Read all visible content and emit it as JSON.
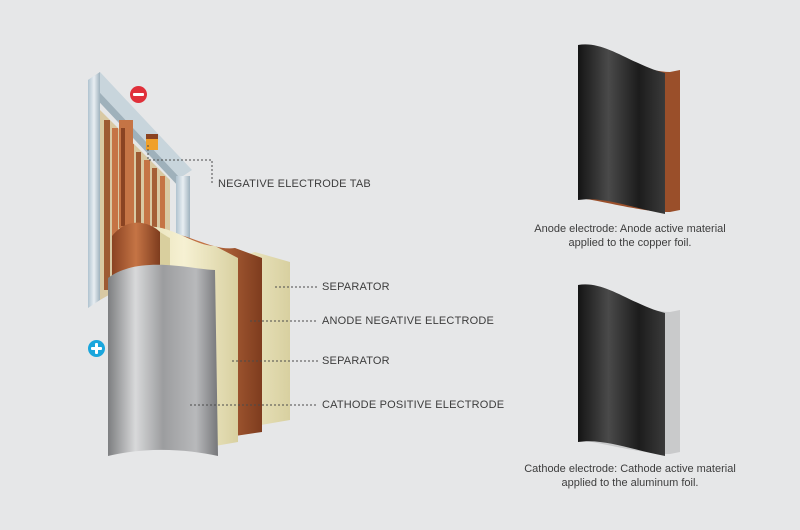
{
  "labels": {
    "negative_tab": "NEGATIVE ELECTRODE TAB",
    "separator_1": "SEPARATOR",
    "anode": "ANODE NEGATIVE ELECTRODE",
    "separator_2": "SEPARATOR",
    "cathode": "CATHODE POSITIVE ELECTRODE"
  },
  "anode_caption": {
    "line1": "Anode electrode: Anode active material",
    "line2": "applied to the copper foil."
  },
  "cathode_caption": {
    "line1": "Cathode electrode: Cathode active material",
    "line2": "applied to the aluminum foil."
  },
  "terminals": {
    "negative": {
      "icon": "minus-icon",
      "color": "#e0303a"
    },
    "positive": {
      "icon": "plus-icon",
      "color": "#1aa6dc"
    }
  },
  "colors": {
    "background": "#e6e7e8",
    "copper": "#b8663a",
    "separator": "#f1ecc6",
    "aluminum": "#a9aaac",
    "active_material": "#2b2b2b"
  }
}
